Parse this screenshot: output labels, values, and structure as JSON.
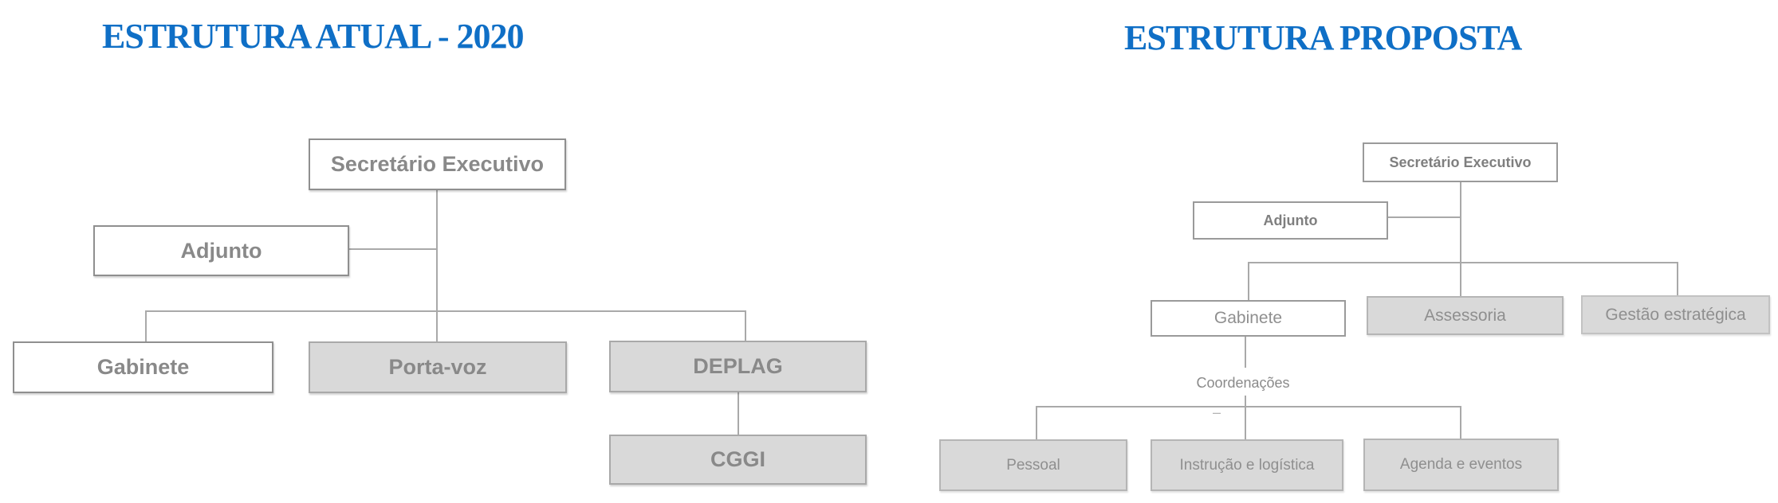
{
  "left_chart": {
    "title": "ESTRUTURA ATUAL - 2020",
    "secretario": "Secretário Executivo",
    "adjunto": "Adjunto",
    "gabinete": "Gabinete",
    "porta_voz": "Porta-voz",
    "deplag": "DEPLAG",
    "cggi": "CGGI",
    "edges": [
      [
        "Secretário Executivo",
        "Adjunto"
      ],
      [
        "Secretário Executivo",
        "Gabinete"
      ],
      [
        "Secretário Executivo",
        "Porta-voz"
      ],
      [
        "Secretário Executivo",
        "DEPLAG"
      ],
      [
        "DEPLAG",
        "CGGI"
      ]
    ]
  },
  "right_chart": {
    "title": "ESTRUTURA PROPOSTA",
    "secretario": "Secretário Executivo",
    "adjunto": "Adjunto",
    "gabinete": "Gabinete",
    "assessoria": "Assessoria",
    "gestao": "Gestão estratégica",
    "coordenacoes": "Coordenações",
    "dash": "–",
    "pessoal": "Pessoal",
    "instrucao": "Instrução e logística",
    "agenda": "Agenda e eventos",
    "edges": [
      [
        "Secretário Executivo",
        "Adjunto"
      ],
      [
        "Secretário Executivo",
        "Gabinete"
      ],
      [
        "Secretário Executivo",
        "Assessoria"
      ],
      [
        "Secretário Executivo",
        "Gestão estratégica"
      ],
      [
        "Gabinete",
        "Coordenações"
      ],
      [
        "Coordenações",
        "Pessoal"
      ],
      [
        "Coordenações",
        "Instrução e logística"
      ],
      [
        "Coordenações",
        "Agenda e eventos"
      ]
    ]
  },
  "colors": {
    "title_blue": "#0f6fc6",
    "box_fill_gray": "#d9d9d9",
    "box_fill_white": "#ffffff",
    "box_border_gray": "#8f8f8f",
    "connector_gray": "#a9a9a9",
    "label_gray": "#898989"
  }
}
